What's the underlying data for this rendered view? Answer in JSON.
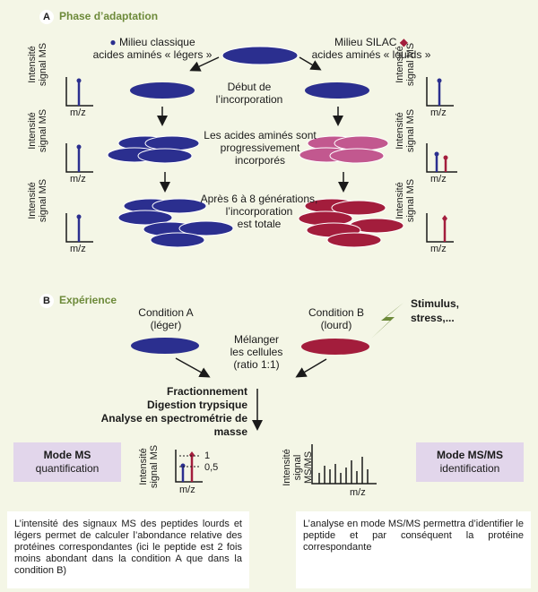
{
  "colors": {
    "blue": "#2b2f8f",
    "dark_red": "#a31d3c",
    "pink": "#c2588f",
    "green": "#6d8a3a",
    "lilac": "#e2d6eb",
    "bg": "#f4f6e6"
  },
  "section_a": {
    "letter": "A",
    "title": "Phase d’adaptation"
  },
  "section_b": {
    "letter": "B",
    "title": "Expérience"
  },
  "milieu_classique": {
    "line1": "Milieu classique",
    "line2": "acides aminés « légers »"
  },
  "milieu_silac": {
    "line1": "Milieu SILAC",
    "line2": "acides aminés « lourds »"
  },
  "debut": {
    "line1": "Début de",
    "line2": "l’incorporation"
  },
  "progressif": {
    "line1": "Les acides aminés sont",
    "line2": "progressivement",
    "line3": "incorporés"
  },
  "generations": {
    "line1": "Après 6 à 8 générations,",
    "line2": "l’incorporation",
    "line3": "est totale"
  },
  "axis": {
    "y_line1": "Intensité",
    "y_line2": "signal MS",
    "x": "m/z",
    "y_msms_line1": "Intensité",
    "y_msms_line2": "signal MS/MS"
  },
  "condition_a": {
    "line1": "Condition A",
    "line2": "(léger)"
  },
  "condition_b": {
    "line1": "Condition B",
    "line2": "(lourd)"
  },
  "stimulus": {
    "line1": "Stimulus,",
    "line2": "stress,..."
  },
  "melanger": {
    "line1": "Mélanger",
    "line2": "les cellules",
    "line3": "(ratio 1:1)"
  },
  "process": {
    "line1": "Fractionnement",
    "line2": "Digestion trypsique",
    "line3": "Analyse en spectrométrie de masse"
  },
  "mode_ms": {
    "title": "Mode MS",
    "subtitle": "quantification"
  },
  "mode_msms": {
    "title": "Mode MS/MS",
    "subtitle": "identification"
  },
  "ratio_labels": {
    "top": "1",
    "bottom": "0,5"
  },
  "note_left": "L’intensité des signaux MS des peptides lourds et légers permet de calculer l’abondance relative des protéines correspondantes (ici le peptide est 2 fois moins abondant dans la condition A que dans la condition B)",
  "note_right": "L’analyse en mode MS/MS permettra d’identifier le peptide et par conséquent la protéine correspondante"
}
